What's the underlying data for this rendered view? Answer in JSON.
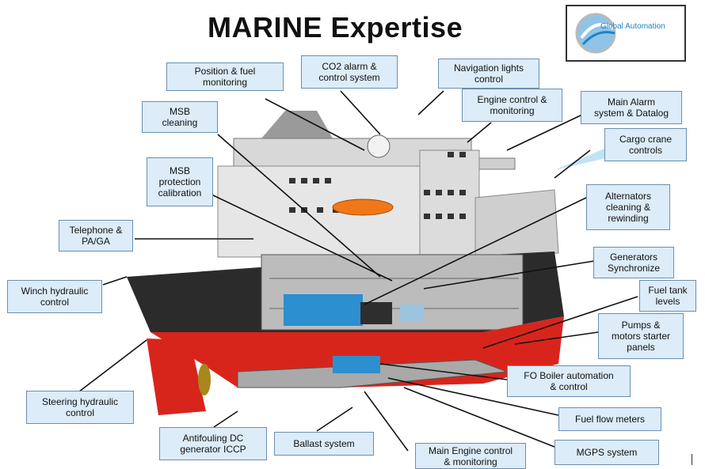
{
  "title": "MARINE Expertise",
  "logo": {
    "text": "Global Automation",
    "icon": "global-automation-logo-icon"
  },
  "labels": {
    "position_fuel": "Position & fuel\nmonitoring",
    "co2_alarm": "CO2 alarm &\ncontrol system",
    "nav_lights": "Navigation lights\ncontrol",
    "engine_control": "Engine control &\nmonitoring",
    "main_alarm": "Main Alarm\nsystem & Datalog",
    "cargo_crane": "Cargo crane\ncontrols",
    "msb_cleaning": "MSB\ncleaning",
    "msb_protection": "MSB\nprotection\ncalibration",
    "alternators": "Alternators\ncleaning &\nrewinding",
    "telephone": "Telephone &\nPA/GA",
    "generators": "Generators\nSynchronize",
    "winch": "Winch hydraulic\ncontrol",
    "fuel_tank": "Fuel tank\nlevels",
    "pumps": "Pumps &\nmotors starter\npanels",
    "steering": "Steering hydraulic\ncontrol",
    "fo_boiler": "FO Boiler automation\n& control",
    "fuel_flow": "Fuel flow meters",
    "antifouling": "Antifouling DC\ngenerator ICCP",
    "ballast": "Ballast system",
    "main_engine": "Main Engine control\n& monitoring",
    "mgps": "MGPS system"
  },
  "colors": {
    "label_fill": "#dcecf8",
    "hull_red": "#d8251c",
    "hull_black": "#2b2b2b",
    "superstructure": "#e6e6e6",
    "engine_blue": "#2b8fd0",
    "lifeboat": "#f07818"
  }
}
